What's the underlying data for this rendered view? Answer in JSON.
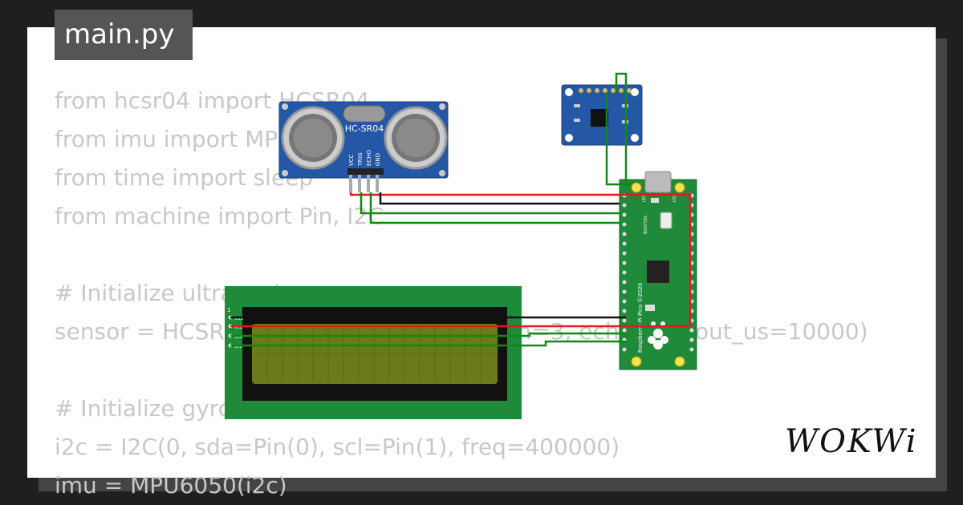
{
  "tab": {
    "filename": "main.py"
  },
  "code": {
    "lines": [
      "from hcsr04 import HCSR04",
      "from imu import MPU6050",
      "from time import sleep",
      "from machine import Pin, I2C",
      "",
      "# Initialize ultrasonic",
      "sensor = HCSR04(trigger_pin=2, echo_pin=3, echo_timeout_us=10000)",
      "",
      "# Initialize gyro sensor",
      "i2c = I2C(0, sda=Pin(0), scl=Pin(1), freq=400000)",
      "imu = MPU6050(i2c)"
    ]
  },
  "components": {
    "ultrasonic": {
      "label": "HC-SR04",
      "pins": [
        "VCC",
        "TRIG",
        "ECHO",
        "GND"
      ]
    },
    "pico": {
      "label": "Raspberry Pi Pico ©2020",
      "bootsel": "BOOTSEL",
      "led": "LED",
      "usb": "USB"
    },
    "lcd": {
      "pin_one": "1",
      "pins": [
        "GND",
        "VCC",
        "SDA",
        "SCL"
      ]
    }
  },
  "branding": {
    "logo": "WOKWi"
  },
  "colors": {
    "wire_red": "#e01b1b",
    "wire_black": "#111111",
    "wire_green": "#128a12",
    "board_blue": "#2457a6",
    "pico_green": "#1f8a3a",
    "lcd_green": "#1f8a3a",
    "lcd_screen": "#6b7a1a"
  }
}
